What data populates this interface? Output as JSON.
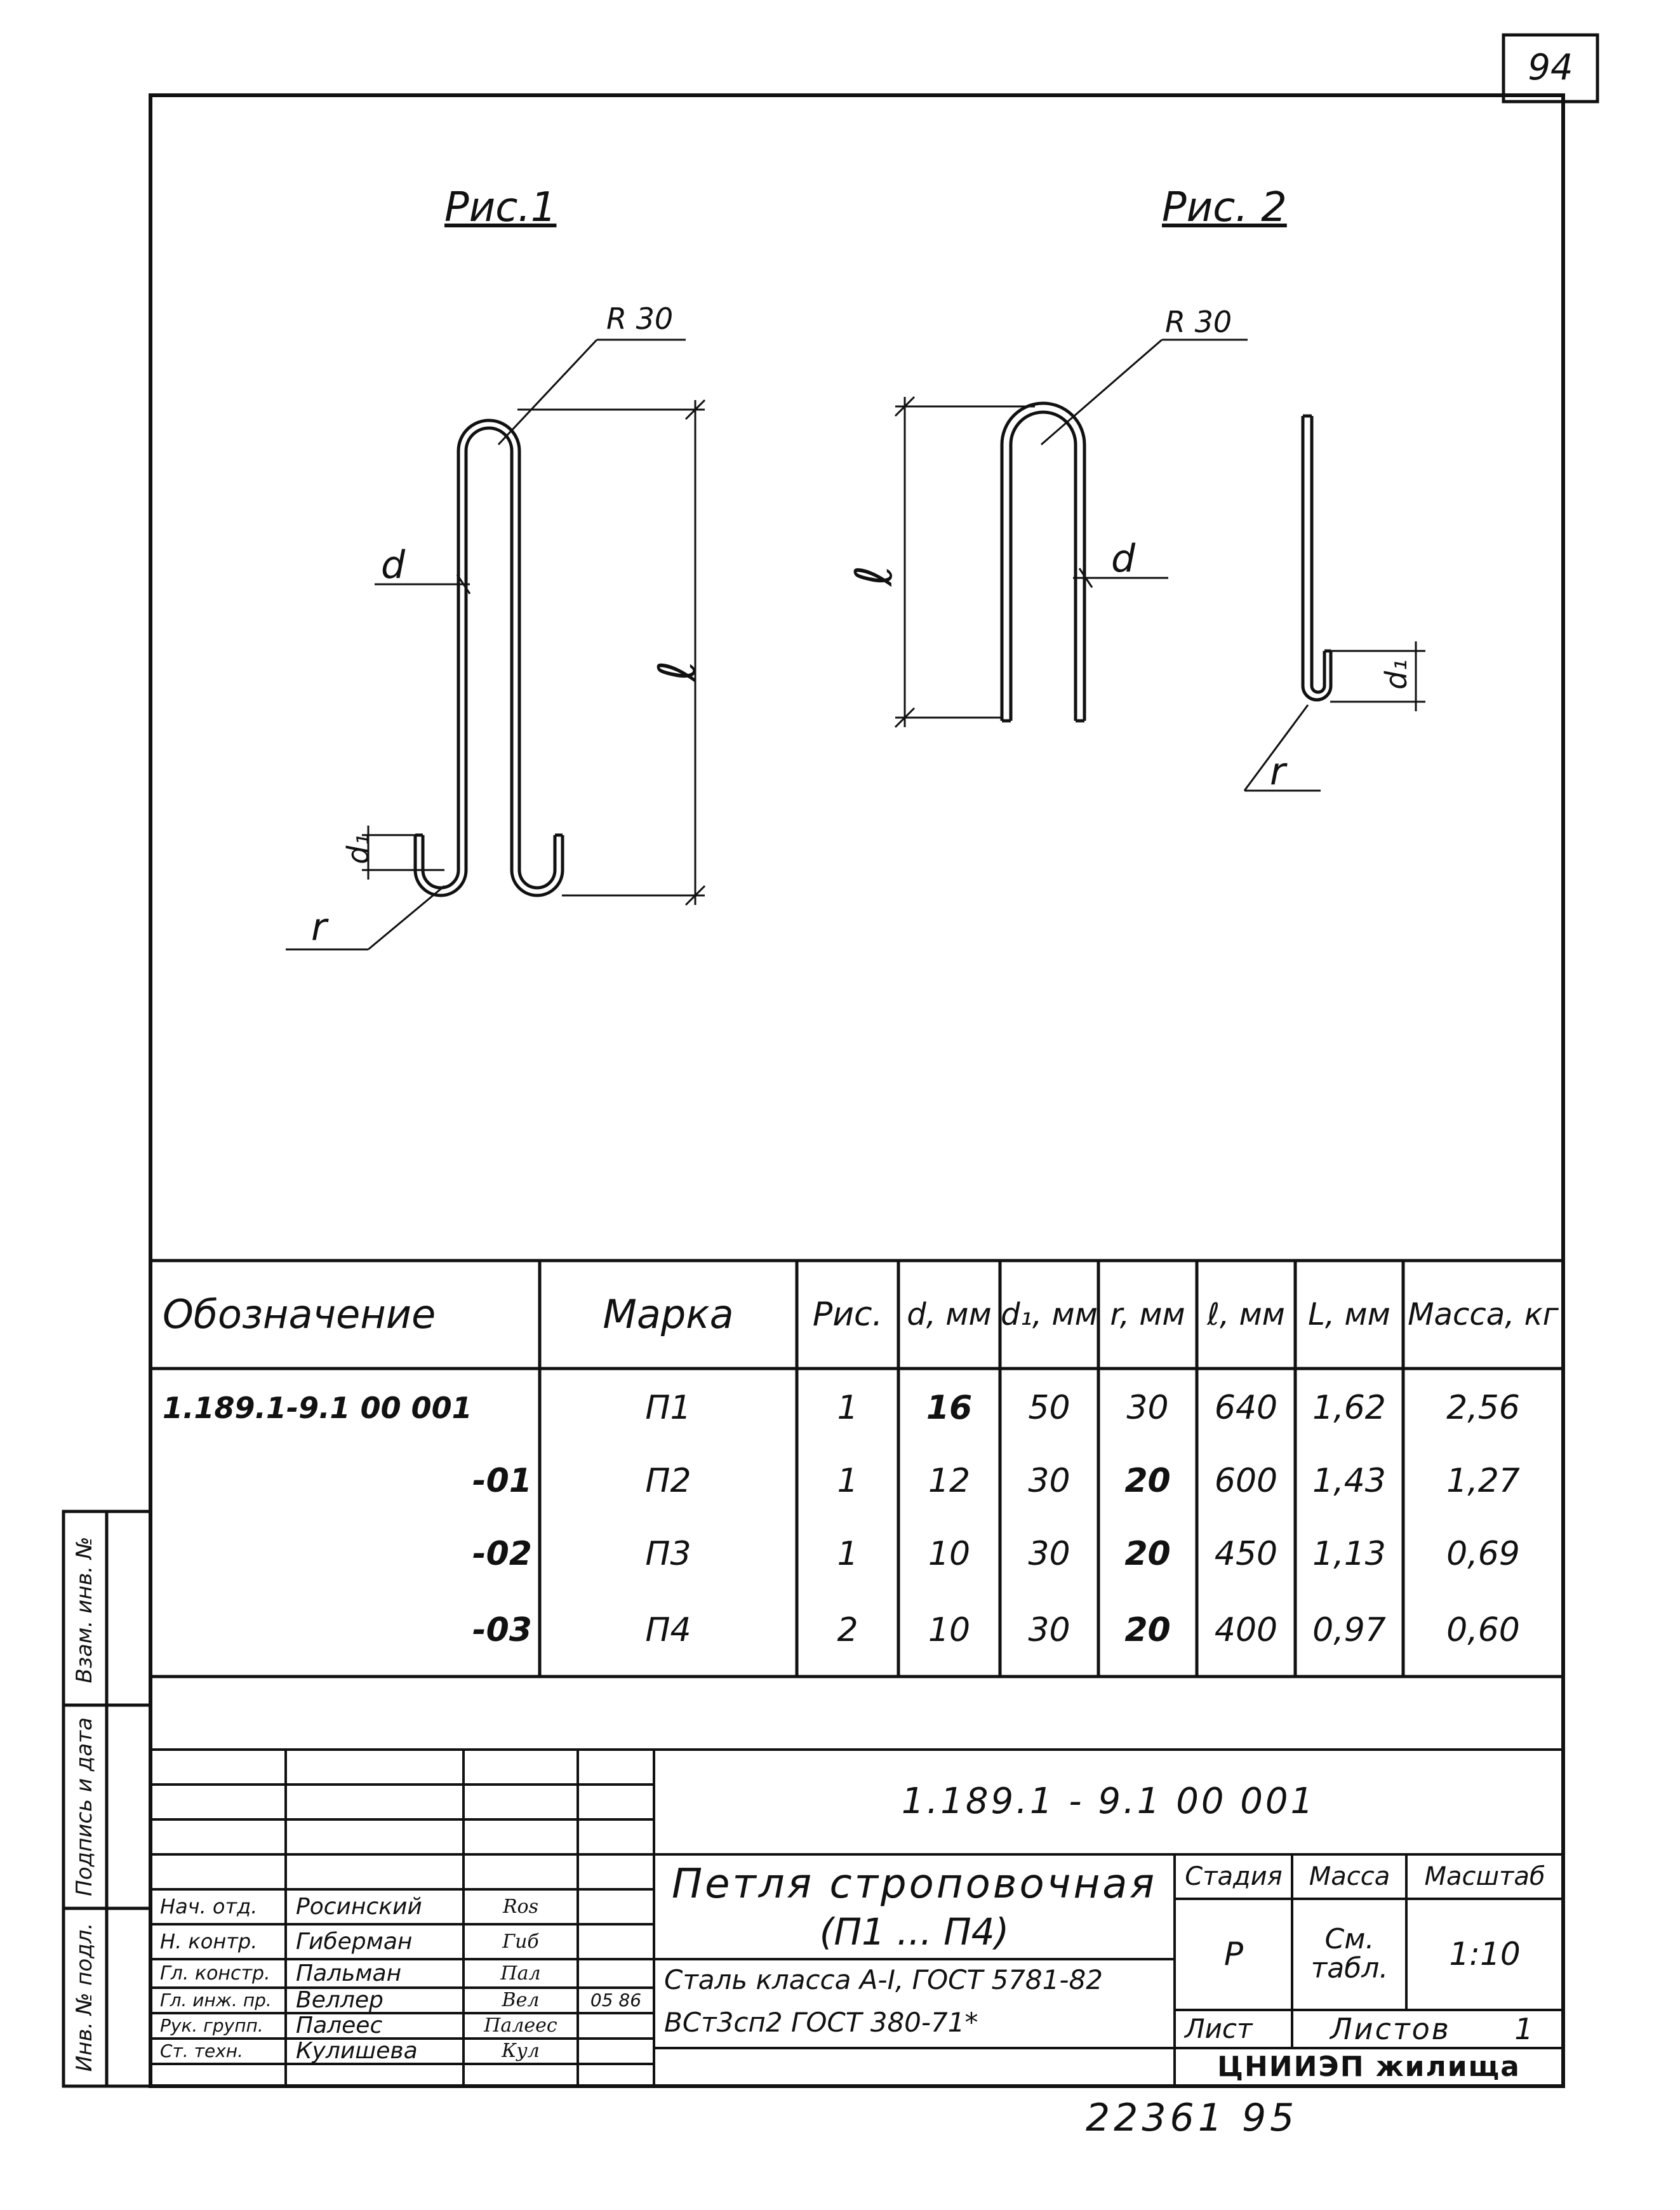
{
  "sheet_corner_number": "94",
  "figures": {
    "fig1": {
      "title": "Рис.1",
      "radius_label": "R 30",
      "d_label": "d",
      "l_label": "ℓ",
      "d1_label": "d₁",
      "r_label": "r"
    },
    "fig2": {
      "title": "Рис. 2",
      "radius_label": "R 30",
      "d_label": "d",
      "l_label": "ℓ",
      "d1_label": "d₁",
      "r_label": "r"
    }
  },
  "spec_table": {
    "headers": [
      "Обозначение",
      "Марка",
      "Рис.",
      "d, мм",
      "d₁, мм",
      "r, мм",
      "ℓ, мм",
      "L, мм",
      "Масса, кг"
    ],
    "rows": [
      [
        "1.189.1-9.1 00 001",
        "П1",
        "1",
        "16",
        "50",
        "30",
        "640",
        "1,62",
        "2,56"
      ],
      [
        "-01",
        "П2",
        "1",
        "12",
        "30",
        "20",
        "600",
        "1,43",
        "1,27"
      ],
      [
        "-02",
        "П3",
        "1",
        "10",
        "30",
        "20",
        "450",
        "1,13",
        "0,69"
      ],
      [
        "-03",
        "П4",
        "2",
        "10",
        "30",
        "20",
        "400",
        "0,97",
        "0,60"
      ]
    ]
  },
  "side_stamp": {
    "top": "Взам. инв. №",
    "middle": "Подпись и дата",
    "bottom": "Инв. № подл."
  },
  "title_block": {
    "document_code": "1.189.1 - 9.1   00 001",
    "title_line1": "Петля строповочная",
    "title_line2": "(П1 ... П4)",
    "stage_label": "Стадия",
    "mass_label": "Масса",
    "scale_label": "Масштаб",
    "stage_value": "Р",
    "mass_value": "См. табл.",
    "scale_value": "1:10",
    "sheet_label": "Лист",
    "sheets_label": "Листов",
    "sheets_value": "1",
    "material_line1": "Сталь класса A-I, ГОСТ 5781-82",
    "material_line2": "ВСт3сп2  ГОСТ 380-71*",
    "organization": "ЦНИИЭП жилища",
    "date": "05 86",
    "staff": [
      {
        "role": "Нач. отд.",
        "name": "Росинский",
        "sign": "Ros"
      },
      {
        "role": "Н. контр.",
        "name": "Гиберман",
        "sign": "Гиб"
      },
      {
        "role": "Гл. констр.",
        "name": "Пальман",
        "sign": "Пал"
      },
      {
        "role": "Гл. инж. пр.",
        "name": "Веллер",
        "sign": "Вел"
      },
      {
        "role": "Рук. групп.",
        "name": "Палеес",
        "sign": "Палеес"
      },
      {
        "role": "Ст. техн.",
        "name": "Кулишева",
        "sign": "Кул"
      }
    ]
  },
  "bottom_numbers": "22361  95"
}
